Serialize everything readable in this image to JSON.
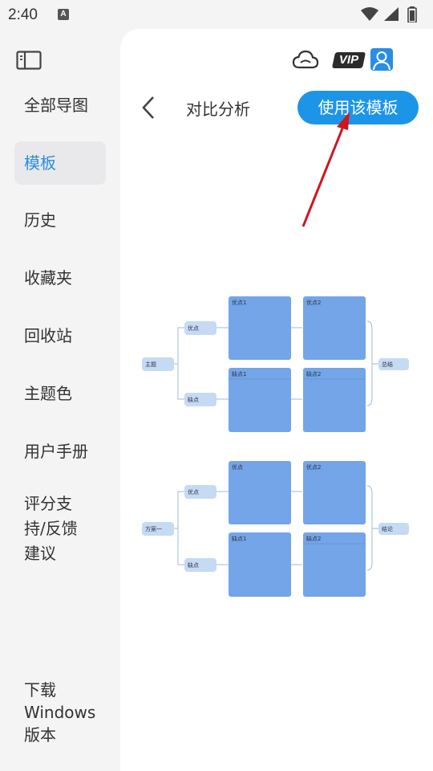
{
  "status_bar": {
    "time": "2:40",
    "app_icon_letter": "A"
  },
  "sidebar": {
    "items": [
      {
        "label": "全部导图",
        "active": false
      },
      {
        "label": "模板",
        "active": true
      },
      {
        "label": "历史",
        "active": false
      },
      {
        "label": "收藏夹",
        "active": false
      },
      {
        "label": "回收站",
        "active": false
      },
      {
        "label": "主题色",
        "active": false
      },
      {
        "label": "用户手册",
        "active": false
      },
      {
        "label": "评分支\n持/反馈\n建议",
        "active": false
      }
    ],
    "download_label": "下载\nWindows\n版本"
  },
  "header": {
    "title": "对比分析",
    "use_template_button": "使用该模板",
    "vip_label": "VIP"
  },
  "colors": {
    "accent": "#1c95e8",
    "active_text": "#2a8de4",
    "card_fill": "#73a5e8",
    "pill_fill": "#c5daf3",
    "arrow": "#d0141c"
  },
  "preview": {
    "diagram_1": {
      "root": "主题",
      "branch_top": "优点",
      "branch_bottom": "缺点",
      "cards": [
        "优点1",
        "优点2",
        "缺点1",
        "缺点2"
      ],
      "right": "总结"
    },
    "diagram_2": {
      "root": "方案一",
      "branch_top": "优点",
      "branch_bottom": "缺点",
      "cards": [
        "优点",
        "优点2",
        "缺点1",
        "缺点2"
      ],
      "right": "结论"
    }
  }
}
